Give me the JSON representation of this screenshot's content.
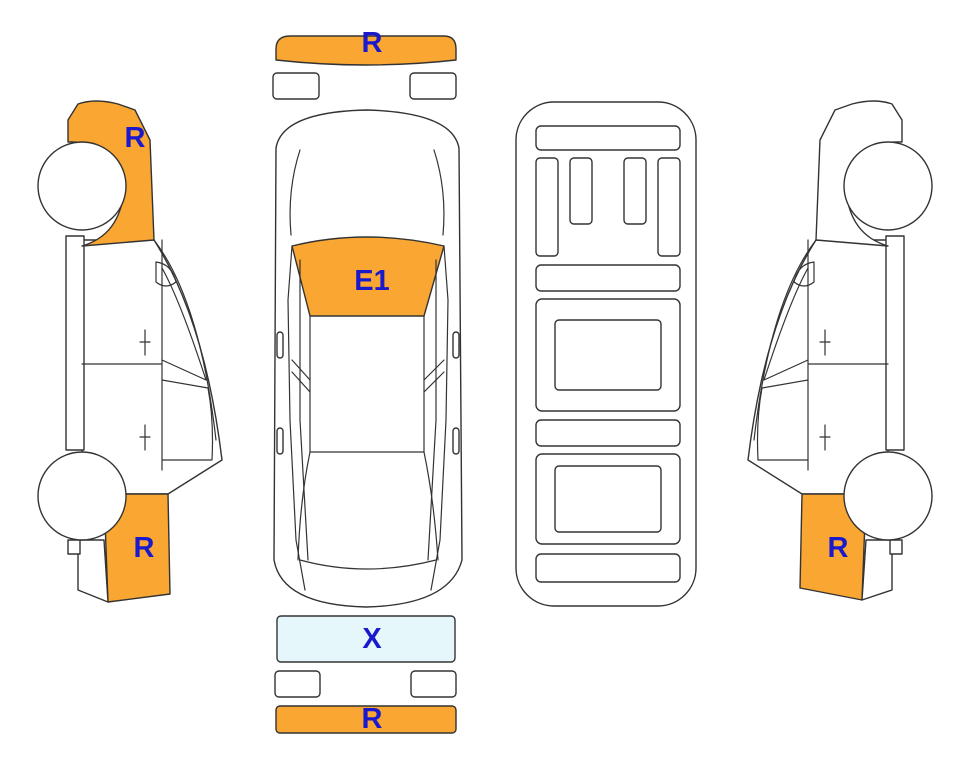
{
  "colors": {
    "damage_fill": "#faa632",
    "highlight_fill": "#e6f7fc",
    "label_color": "#1a1acc",
    "outline": "#333333"
  },
  "regions": {
    "front_bumper": {
      "label": "R",
      "status": "damage"
    },
    "rear_bumper": {
      "label": "R",
      "status": "damage"
    },
    "windshield": {
      "label": "E1",
      "status": "damage"
    },
    "rear_window": {
      "label": "X",
      "status": "highlight"
    },
    "left_front_fender": {
      "label": "R",
      "status": "damage"
    },
    "left_rear_quarter": {
      "label": "R",
      "status": "damage"
    },
    "right_rear_quarter": {
      "label": "R",
      "status": "damage"
    }
  }
}
